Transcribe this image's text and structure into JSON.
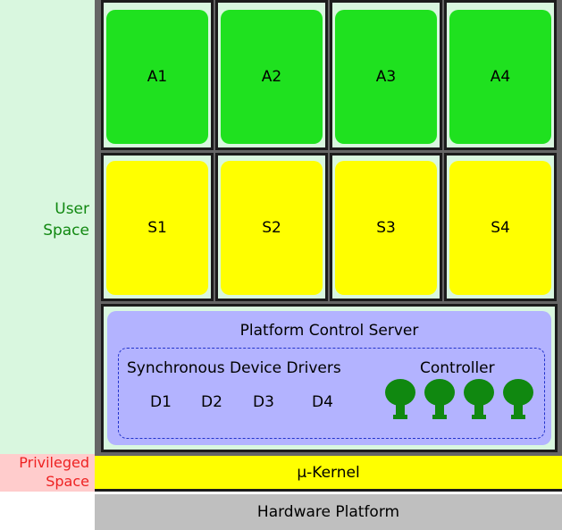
{
  "user_space": {
    "label_line1": "User",
    "label_line2": "Space",
    "background": "#d9f7df",
    "label_color": "#118811"
  },
  "privileged_space": {
    "label_line1": "Privileged",
    "label_line2": "Space",
    "background": "#ffcccc",
    "label_color": "#ee2222"
  },
  "applications": [
    "A1",
    "A2",
    "A3",
    "A4"
  ],
  "servers": [
    "S1",
    "S2",
    "S3",
    "S4"
  ],
  "platform_control_server": {
    "title": "Platform Control Server",
    "drivers_title": "Synchronous Device Drivers",
    "drivers": [
      "D1",
      "D2",
      "D3",
      "D4"
    ],
    "controller_title": "Controller",
    "controller_units": 4
  },
  "kernel": {
    "label": "µ-Kernel",
    "color": "#ffff00"
  },
  "hardware": {
    "label": "Hardware Platform",
    "color": "#bfbfbf"
  },
  "colors": {
    "application": "#1fe11f",
    "server": "#ffff00",
    "control_server": "#b3b3ff",
    "controller_icon": "#108810"
  }
}
